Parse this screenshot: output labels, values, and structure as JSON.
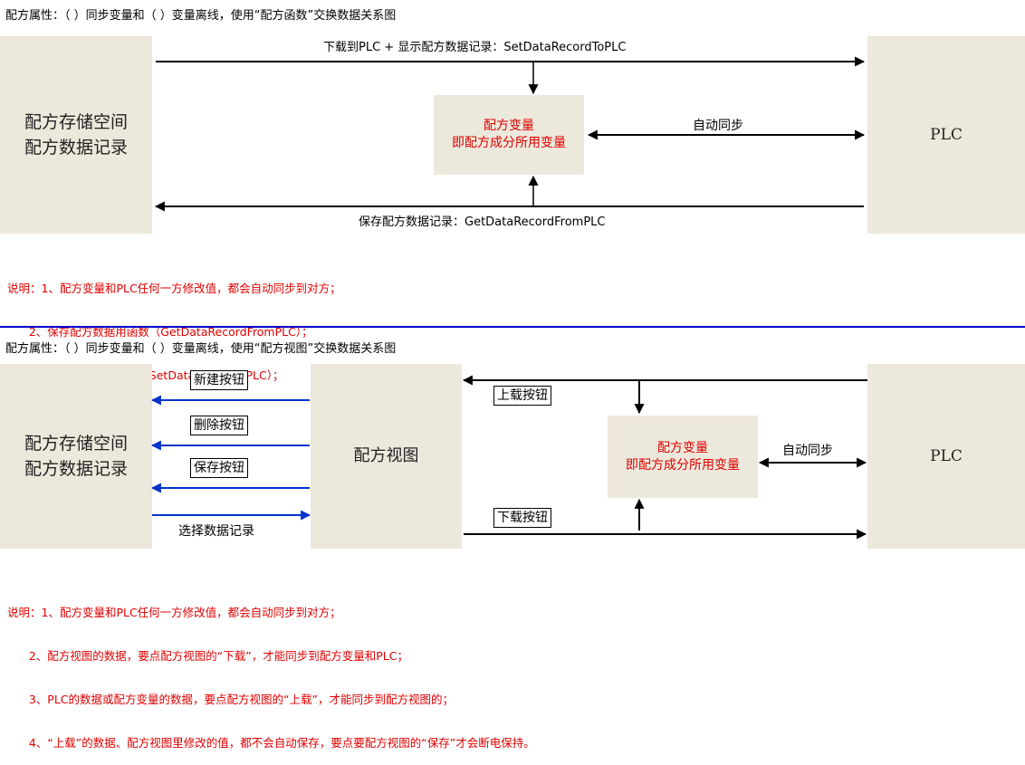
{
  "top": {
    "title": "配方属性：（ ）同步变量和（ ）变量离线，使用“配方函数”交换数据关系图",
    "storage_line1": "配方存储空间",
    "storage_line2": "配方数据记录",
    "plc": "PLC",
    "recipe_var_line1": "配方变量",
    "recipe_var_line2": "即配方成分所用变量",
    "download_label": "下载到PLC + 显示配方数据记录：SetDataRecordToPLC",
    "save_label": "保存配方数据记录：GetDataRecordFromPLC",
    "auto_sync": "自动同步",
    "notes": [
      "说明：1、配方变量和PLC任何一方修改值，都会自动同步到对方；",
      "      2、保存配方数据用函数（GetDataRecordFromPLC）；",
      "      3、下载和显示用函数（SetDataRecordToPLC）；"
    ]
  },
  "bottom": {
    "title": "配方属性：（ ）同步变量和（ ）变量离线，使用“配方视图”交换数据关系图",
    "storage_line1": "配方存储空间",
    "storage_line2": "配方数据记录",
    "recipe_view": "配方视图",
    "plc": "PLC",
    "recipe_var_line1": "配方变量",
    "recipe_var_line2": "即配方成分所用变量",
    "new_button": "新建按钮",
    "delete_button": "删除按钮",
    "save_button": "保存按钮",
    "select_record": "选择数据记录",
    "upload_button": "上载按钮",
    "download_button": "下载按钮",
    "auto_sync": "自动同步",
    "notes": [
      "说明：1、配方变量和PLC任何一方修改值，都会自动同步到对方；",
      "      2、配方视图的数据，要点配方视图的“下载”，才能同步到配方变量和PLC；",
      "      3、PLC的数据或配方变量的数据，要点配方视图的“上载”，才能同步到配方视图的；",
      "      4、“上载”的数据、配方视图里修改的值，都不会自动保存，要点要配方视图的“保存”才会断电保持。"
    ]
  },
  "colors": {
    "box_fill": "#ede8dc",
    "red_text": "#e00000",
    "blue_arrow": "#0033cc",
    "divider": "#0000cc"
  }
}
